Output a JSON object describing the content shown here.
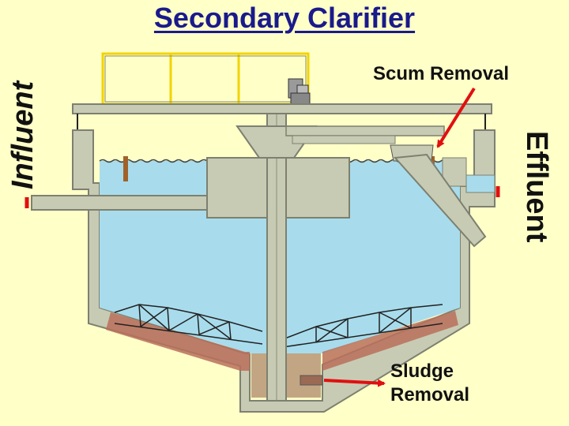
{
  "title": "Secondary Clarifier",
  "labels": {
    "scum_removal": "Scum Removal",
    "sludge_removal_line1": "Sludge",
    "sludge_removal_line2": "Removal",
    "influent": "Influent",
    "effluent": "Effluent"
  },
  "colors": {
    "background": "#ffffc8",
    "title": "#1a1a8c",
    "water": "#a8dcec",
    "concrete": "#c8cbb3",
    "concrete_edge": "#7d8070",
    "sludge": "#b8705a",
    "arrow": "#e01010",
    "frame": "#f2d400"
  }
}
